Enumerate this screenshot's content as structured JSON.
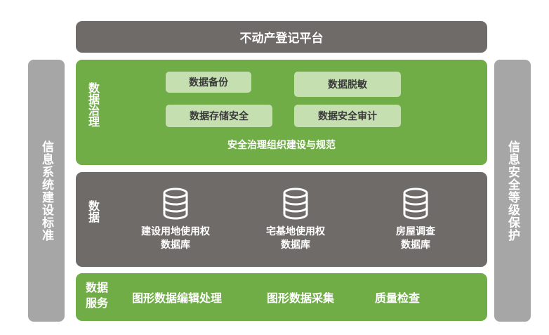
{
  "platform": {
    "title": "不动产登记平台"
  },
  "sides": {
    "left": "信息系统建设标准",
    "right": "信息安全等级保护"
  },
  "governance": {
    "label": "数据治理",
    "items": [
      "数据备份",
      "数据脱敏",
      "数据存储安全",
      "数据安全审计"
    ],
    "footer": "安全治理组织建设与规范"
  },
  "data": {
    "label": "数据",
    "databases": [
      {
        "line1": "建设用地使用权",
        "line2": "数据库"
      },
      {
        "line1": "宅基地使用权",
        "line2": "数据库"
      },
      {
        "line1": "房屋调查",
        "line2": "数据库"
      }
    ]
  },
  "services": {
    "label": "数据服务",
    "items": [
      "图形数据编辑处理",
      "图形数据采集",
      "质量检查"
    ]
  },
  "colors": {
    "green": "#70ad47",
    "green_light": "#c5dfb1",
    "dark_gray": "#6f6b69",
    "side_gray": "#a6a6a6"
  }
}
